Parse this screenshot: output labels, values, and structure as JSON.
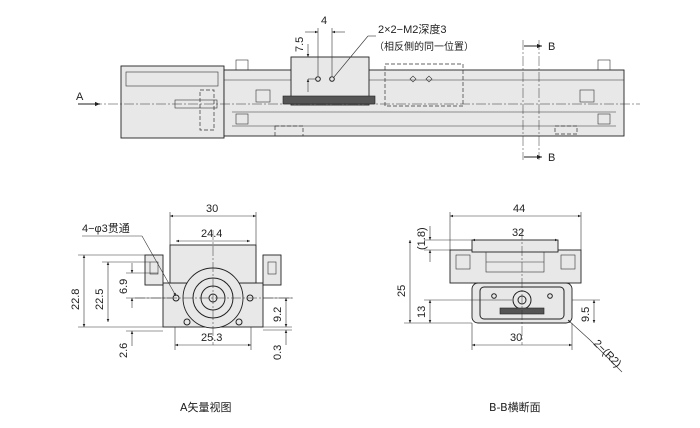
{
  "top_view": {
    "hole_note": "2×2−M2深度3",
    "hole_note_sub": "（相反側的同一位置）",
    "dim_4": "4",
    "dim_7_5": "7.5",
    "section_b_top": "B",
    "section_b_bottom": "B",
    "view_a_label": "A"
  },
  "a_view": {
    "caption": "A矢量视图",
    "hole_note": "4−φ3贯通",
    "dim_30": "30",
    "dim_24_4": "24.4",
    "dim_22_8": "22.8",
    "dim_22_5": "22.5",
    "dim_6_9": "6.9",
    "dim_2_6": "2.6",
    "dim_25_3": "25.3",
    "dim_9_2": "9.2",
    "dim_0_3": "0.3"
  },
  "bb_section": {
    "caption": "B-B横断面",
    "dim_44": "44",
    "dim_32": "32",
    "dim_1_8": "(1.8)",
    "dim_25": "25",
    "dim_13": "13",
    "dim_30": "30",
    "dim_9_5": "9.5",
    "radius_note": "2−(R2)"
  }
}
